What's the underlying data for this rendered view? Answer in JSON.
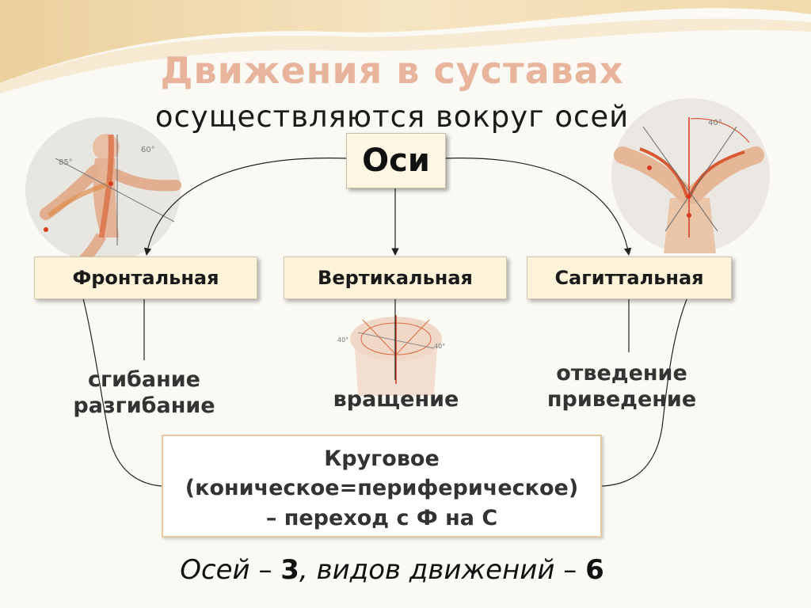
{
  "title": "Движения в суставах",
  "subtitle": "осуществляются вокруг осей",
  "root": "Оси",
  "axes": [
    {
      "label": "Фронтальная",
      "movements": [
        "сгибание",
        "разгибание"
      ]
    },
    {
      "label": "Вертикальная",
      "movements": [
        "вращение"
      ]
    },
    {
      "label": "Сагиттальная",
      "movements": [
        "отведение",
        "приведение"
      ]
    }
  ],
  "circular": [
    "Круговое",
    "(коническое=периферическое)",
    "– переход с Ф на С"
  ],
  "footer": {
    "part1": "Осей",
    "dash1": " – ",
    "num1": "3",
    "part2": ", видов движений",
    "dash2": " – ",
    "num2": "6"
  },
  "illustration_labels": {
    "left_angle_1": "85°",
    "left_angle_2": "60°",
    "center_angle_1": "40°",
    "center_angle_2": "40°",
    "right_angle": "40°"
  },
  "colors": {
    "title": "#e8b49c",
    "box_fill": "#fff3da",
    "accent_line": "#d83a20",
    "circle_border": "#e8c9a0"
  }
}
